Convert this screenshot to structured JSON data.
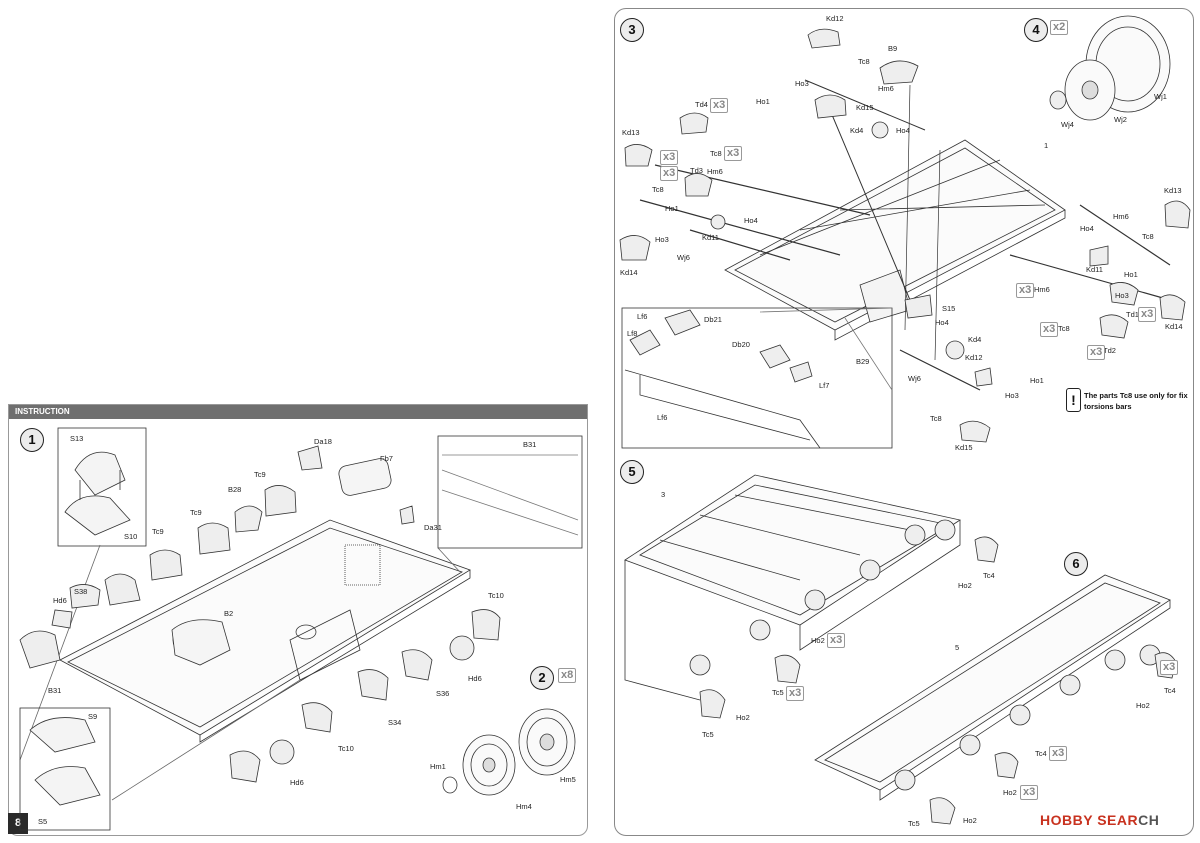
{
  "page_number": "8",
  "left_sheet": {
    "header": "INSTRUCTION",
    "steps": [
      {
        "number": "1"
      },
      {
        "number": "2",
        "multiplier": "x8"
      }
    ],
    "part_labels": [
      "S13",
      "S10",
      "Da18",
      "Fb7",
      "B31",
      "B28",
      "Tc9",
      "Tc9",
      "Tc9",
      "Da31",
      "S38",
      "Hd6",
      "B2",
      "Tc10",
      "Hd6",
      "B31",
      "S36",
      "S34",
      "Tc10",
      "Hd6",
      "S9",
      "S5",
      "Hm1",
      "Hm4",
      "Hm5"
    ]
  },
  "right_sheet": {
    "steps": [
      {
        "number": "3"
      },
      {
        "number": "4",
        "multiplier": "x2"
      },
      {
        "number": "5"
      },
      {
        "number": "6"
      }
    ],
    "multipliers": [
      "x3",
      "x3",
      "x3",
      "x3",
      "x3",
      "x3",
      "x3",
      "x3",
      "x3",
      "x3",
      "x3",
      "x3",
      "x3"
    ],
    "part_labels": [
      "Kd12",
      "B9",
      "Tc8",
      "Ho3",
      "Ho1",
      "Hm6",
      "Kd15",
      "Td4",
      "Kd4",
      "Ho4",
      "Kd13",
      "Tc8",
      "Td3",
      "Hm6",
      "Tc8",
      "1",
      "Ho1",
      "Ho4",
      "Ho3",
      "Kd11",
      "Wj6",
      "Kd14",
      "Wj4",
      "Wj2",
      "Wj1",
      "Kd13",
      "Tc8",
      "Hm6",
      "Ho4",
      "Kd11",
      "Ho1",
      "Hm6",
      "Ho3",
      "Tc8",
      "Td1",
      "Td2",
      "Kd14",
      "Lf6",
      "Db21",
      "Lf8",
      "Db20",
      "Lf7",
      "Lf6",
      "S15",
      "Ho4",
      "Kd4",
      "B29",
      "Kd12",
      "Wj6",
      "Ho1",
      "Ho3",
      "Tc8",
      "Kd15",
      "3",
      "Tc4",
      "Ho2",
      "Ho2",
      "Tc5",
      "Tc5",
      "Ho2",
      "5",
      "Tc4",
      "Ho2",
      "Tc4",
      "Ho2",
      "Tc5",
      "Ho2"
    ],
    "note": "The parts Tc8 use only for fix torsions bars",
    "warning_symbol": "!"
  },
  "watermark": {
    "brand": "HOBBY SEARCH",
    "logo_text": "HOBBY SEAR",
    "logo_suffix": "CH"
  }
}
